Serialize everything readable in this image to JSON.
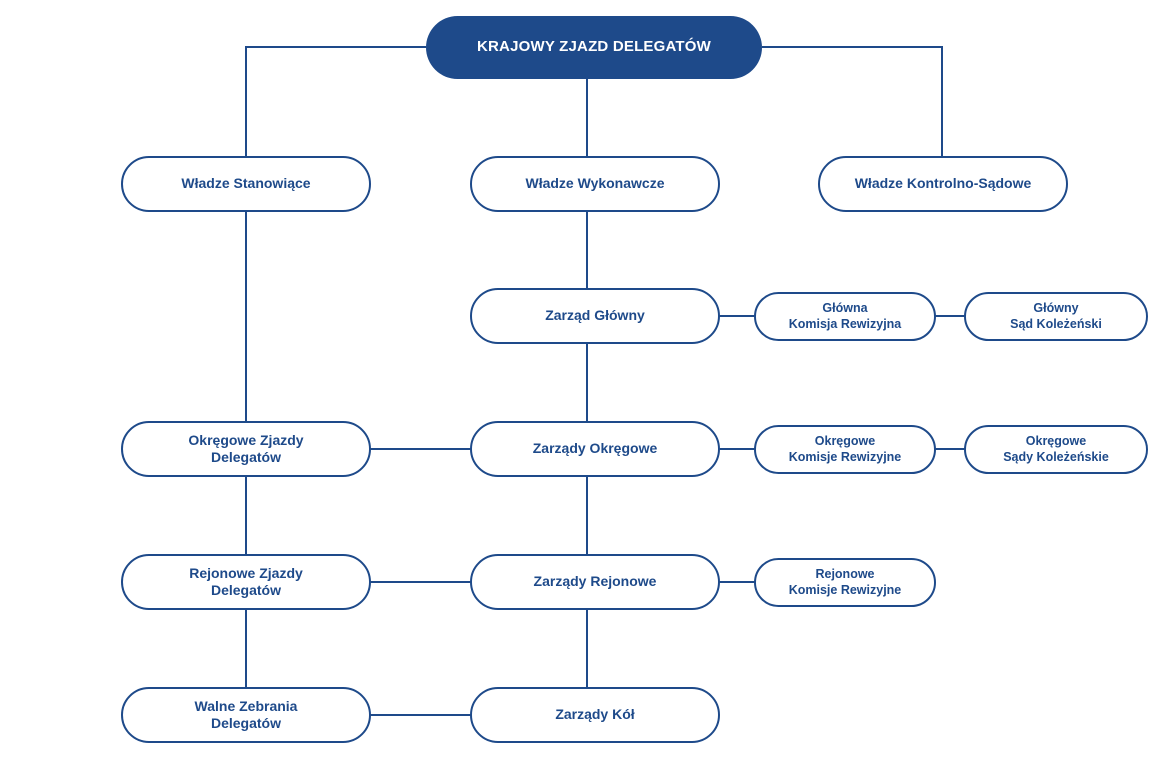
{
  "colors": {
    "primary": "#1e4a8a",
    "background": "#ffffff"
  },
  "root": {
    "label": "KRAJOWY ZJAZD DELEGATÓW"
  },
  "branches": {
    "legislative": "Władze Stanowiące",
    "executive": "Władze Wykonawcze",
    "control": "Władze Kontrolno-Sądowe"
  },
  "executive_chain": {
    "main_board": "Zarząd Główny",
    "district_boards": "Zarządy Okręgowe",
    "regional_boards": "Zarządy Rejonowe",
    "circle_boards": "Zarządy Kół"
  },
  "legislative_chain": {
    "district_congress": {
      "line1": "Okręgowe Zjazdy",
      "line2": "Delegatów"
    },
    "regional_congress": {
      "line1": "Rejonowe Zjazdy",
      "line2": "Delegatów"
    },
    "general_meetings": {
      "line1": "Walne Zebrania",
      "line2": "Delegatów"
    }
  },
  "control_bodies": {
    "main_audit": {
      "line1": "Główna",
      "line2": "Komisja Rewizyjna"
    },
    "main_court": {
      "line1": "Główny",
      "line2": "Sąd Koleżeński"
    },
    "district_audit": {
      "line1": "Okręgowe",
      "line2": "Komisje Rewizyjne"
    },
    "district_court": {
      "line1": "Okręgowe",
      "line2": "Sądy Koleżeńskie"
    },
    "regional_audit": {
      "line1": "Rejonowe",
      "line2": "Komisje Rewizyjne"
    }
  }
}
